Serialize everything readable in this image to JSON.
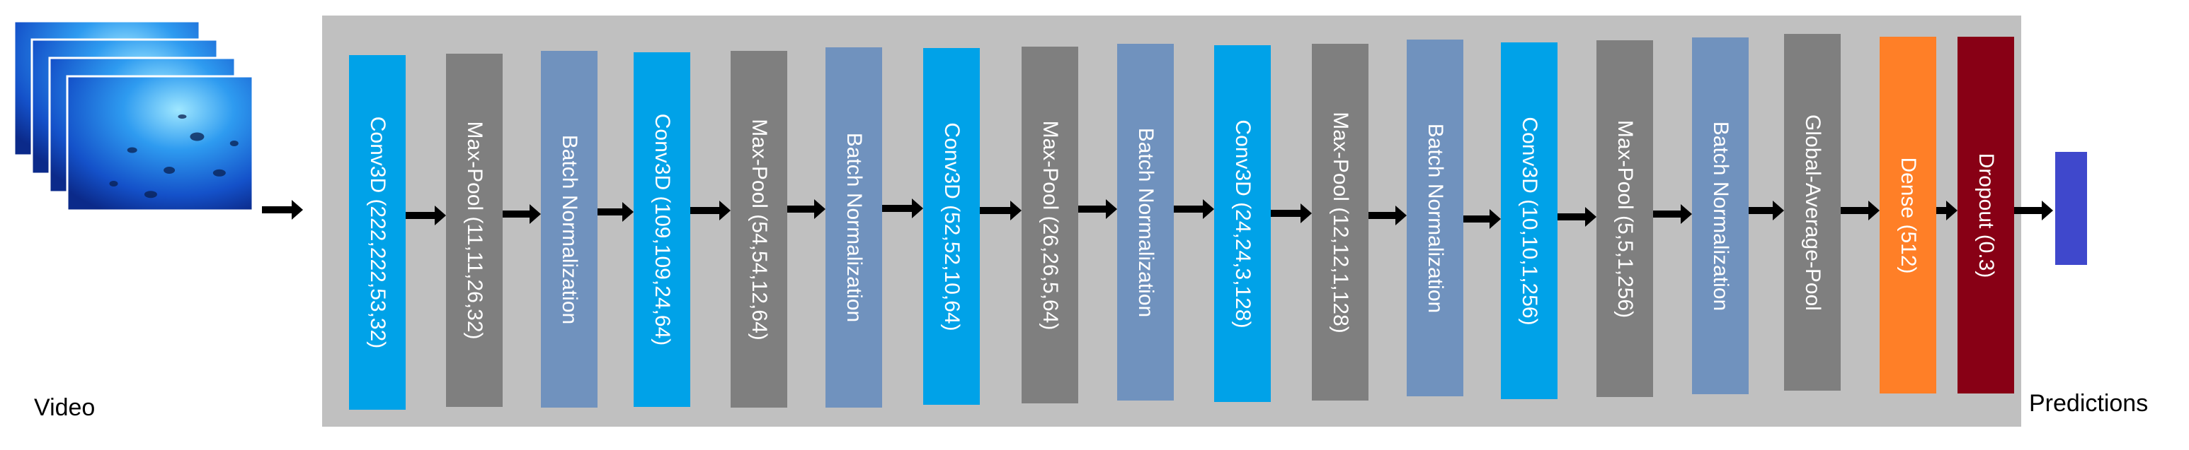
{
  "captions": {
    "input": "Video",
    "output": "Predictions"
  },
  "colors": {
    "panel": "#c0c0c0",
    "conv3d": "#00a2e8",
    "maxpool": "#7f7f7f",
    "batchnorm": "#7092be",
    "gap": "#7f7f7f",
    "dense": "#ff7f27",
    "dropout": "#880015",
    "output": "#3f48cc",
    "arrow": "#000000",
    "label_text": "#ffffff"
  },
  "input_frames": {
    "count": 4,
    "icon": "underwater-video-frames"
  },
  "layers": [
    {
      "label": "Conv3D (222,222,53,32)",
      "kind": "conv3d"
    },
    {
      "label": "Max-Pool (11,11,26,32)",
      "kind": "maxpool"
    },
    {
      "label": "Batch Normalization",
      "kind": "batchnorm"
    },
    {
      "label": "Conv3D (109,109,24,64)",
      "kind": "conv3d"
    },
    {
      "label": "Max-Pool (54,54,12,64)",
      "kind": "maxpool"
    },
    {
      "label": "Batch Normalization",
      "kind": "batchnorm"
    },
    {
      "label": "Conv3D (52,52,10,64)",
      "kind": "conv3d"
    },
    {
      "label": "Max-Pool (26,26,5,64)",
      "kind": "maxpool"
    },
    {
      "label": "Batch Normalization",
      "kind": "batchnorm"
    },
    {
      "label": "Conv3D (24,24,3,128)",
      "kind": "conv3d"
    },
    {
      "label": "Max-Pool (12,12,1,128)",
      "kind": "maxpool"
    },
    {
      "label": "Batch Normalization",
      "kind": "batchnorm"
    },
    {
      "label": "Conv3D (10,10,1,256)",
      "kind": "conv3d"
    },
    {
      "label": "Max-Pool (5,5,1,256)",
      "kind": "maxpool"
    },
    {
      "label": "Batch Normalization",
      "kind": "batchnorm"
    },
    {
      "label": "Global-Average-Pool",
      "kind": "gap"
    },
    {
      "label": "Dense (512)",
      "kind": "dense"
    },
    {
      "label": "Dropout (0.3)",
      "kind": "dropout"
    }
  ]
}
